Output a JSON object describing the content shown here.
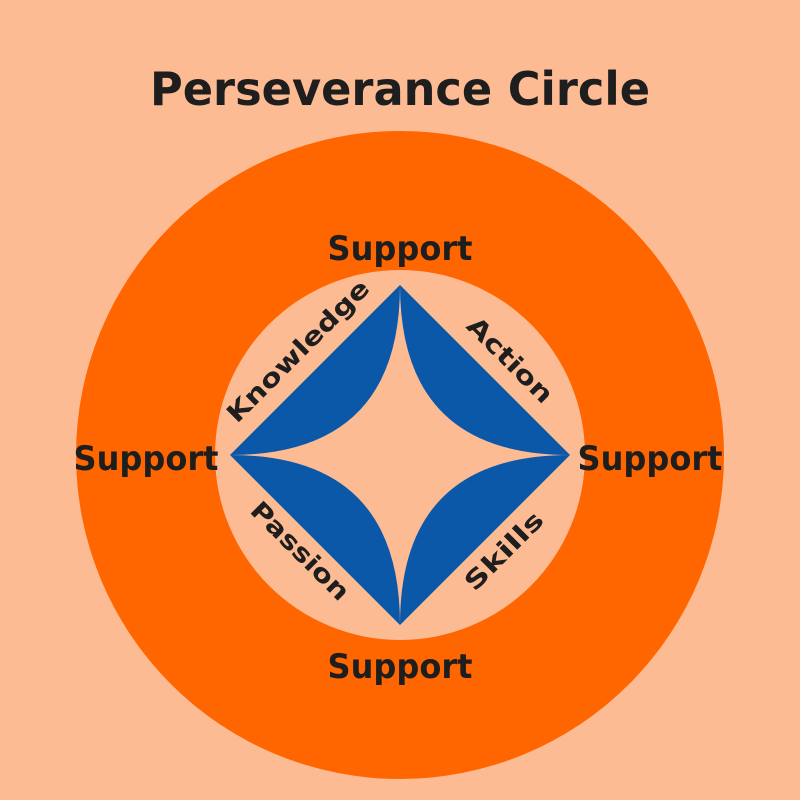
{
  "title": "Perseverance Circle",
  "ring": {
    "support_top": "Support",
    "support_left": "Support",
    "support_right": "Support",
    "support_bottom": "Support"
  },
  "qualities": {
    "top_left": "Knowledge",
    "top_right": "Action",
    "bottom_left": "Passion",
    "bottom_right": "Skills"
  },
  "colors": {
    "background": "#fdbb94",
    "outer_ring": "#ff6600",
    "inner_disc": "#fdbb94",
    "star": "#0b57a8",
    "text": "#1e1e1e"
  }
}
